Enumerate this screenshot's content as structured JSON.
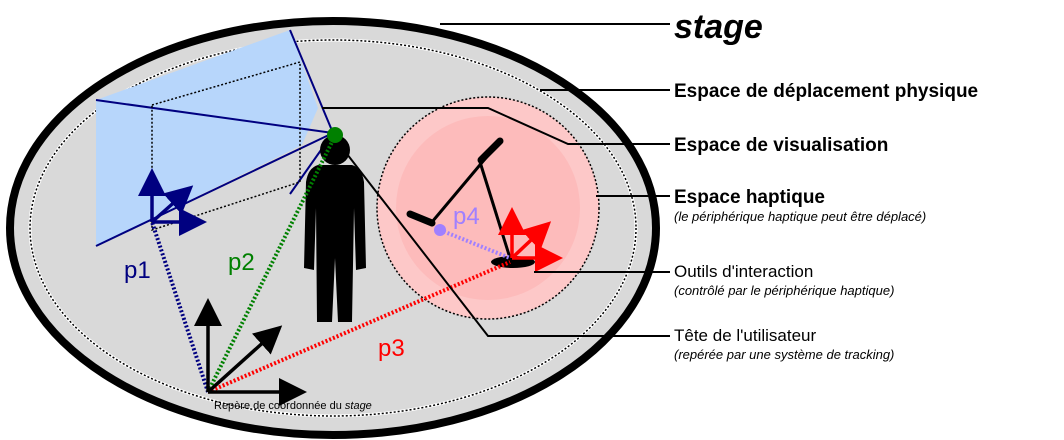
{
  "stage_title": "stage",
  "labels": {
    "physical_space": "Espace de déplacement physique",
    "visualisation_space": "Espace de visualisation",
    "haptic_space": "Espace haptique",
    "haptic_space_note": "(le périphérique haptique peut être déplacé)",
    "interaction_tools": "Outils d'interaction",
    "interaction_tools_note": "(contrôlé par le périphérique haptique)",
    "user_head": "Tête de l'utilisateur",
    "user_head_note": "(repérée par une système de tracking)"
  },
  "frame_label": {
    "prefix": "Repère de coordonnée du ",
    "emphasis": "stage"
  },
  "vectors": {
    "p1": "p1",
    "p2": "p2",
    "p3": "p3",
    "p4": "p4"
  },
  "colors": {
    "stage_fill": "#d9d9d9",
    "view_frustum": "#b7d6fb",
    "haptic_fill": "#fdc8c8",
    "p1": "#000080",
    "p2": "#008000",
    "p3": "#ff0000",
    "p4": "#a080ff"
  }
}
